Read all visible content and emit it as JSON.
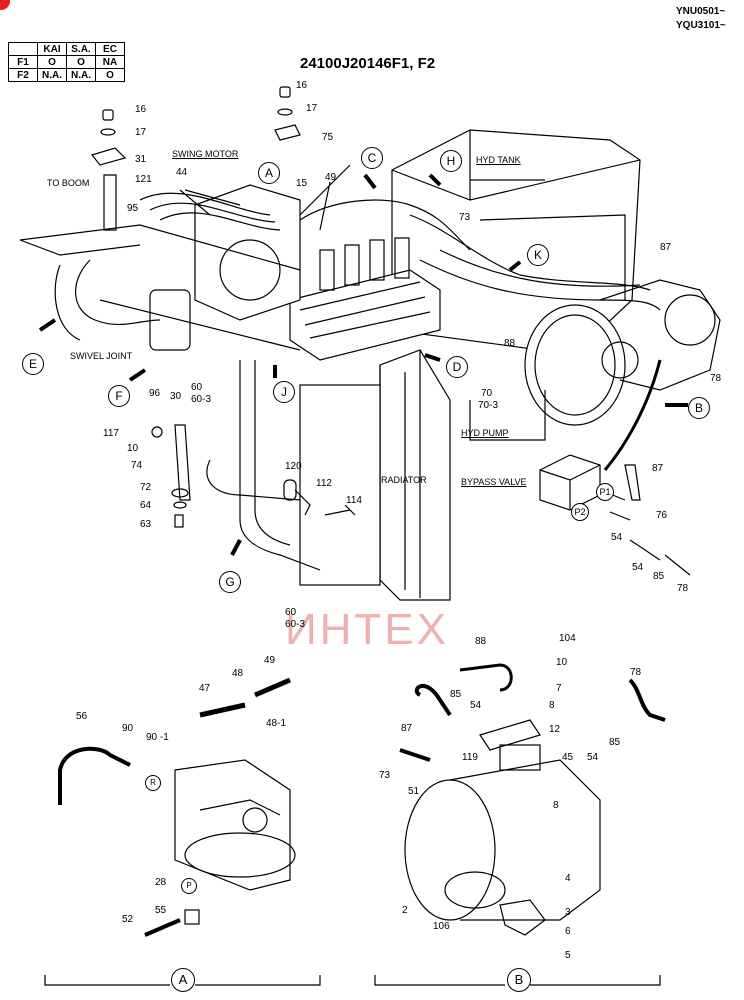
{
  "serials": [
    "YNU0501~",
    "YQU3101~"
  ],
  "title": "24100J20146F1, F2",
  "variant_table": {
    "headers": [
      "",
      "KAI",
      "S.A.",
      "EC"
    ],
    "rows": [
      [
        "F1",
        "O",
        "O",
        "NA"
      ],
      [
        "F2",
        "N.A.",
        "N.A.",
        "O"
      ]
    ]
  },
  "labels": {
    "swing_motor": "SWING MOTOR",
    "to_boom": "TO BOOM",
    "swivel_joint": "SWIVEL JOINT",
    "hyd_tank": "HYD TANK",
    "hyd_pump": "HYD PUMP",
    "bypass_valve": "BYPASS VALVE",
    "radiator": "RADIATOR"
  },
  "watermark": "ИНТЕХ",
  "part_numbers": {
    "n16a": "16",
    "n17a": "17",
    "n75": "75",
    "n16b": "16",
    "n17b": "17",
    "n31": "31",
    "n121": "121",
    "n44": "44",
    "n15": "15",
    "n49a": "49",
    "n95": "95",
    "n73a": "73",
    "n87a": "87",
    "n88a": "88",
    "n78a": "78",
    "n70": "70",
    "n70_3": "70-3",
    "n96": "96",
    "n30": "30",
    "n60a": "60",
    "n60_3a": "60-3",
    "n117": "117",
    "n10a": "10",
    "n74": "74",
    "n72": "72",
    "n64": "64",
    "n63": "63",
    "n120": "120",
    "n112": "112",
    "n114": "114",
    "n60b": "60",
    "n60_3b": "60-3",
    "n87b": "87",
    "n76": "76",
    "n54a": "54",
    "n54b": "54",
    "n85a": "85",
    "n78b": "78",
    "n47": "47",
    "n48": "48",
    "n49b": "49",
    "n48_1": "48-1",
    "n56": "56",
    "n90": "90",
    "n90_1": "90 -1",
    "n28": "28",
    "n55": "55",
    "n52": "52",
    "n88b": "88",
    "n104": "104",
    "n10b": "10",
    "n7": "7",
    "n78c": "78",
    "n85b": "85",
    "n54c": "54",
    "n8a": "8",
    "n87c": "87",
    "n12": "12",
    "n45": "45",
    "n54d": "54",
    "n85c": "85",
    "n73b": "73",
    "n119": "119",
    "n51": "51",
    "n8b": "8",
    "n4": "4",
    "n2": "2",
    "n106": "106",
    "n3": "3",
    "n6": "6",
    "n5": "5"
  },
  "callouts": {
    "A": "A",
    "B": "B",
    "C": "C",
    "D": "D",
    "E": "E",
    "F": "F",
    "G": "G",
    "H": "H",
    "J": "J",
    "K": "K",
    "P1": "P1",
    "P2": "P2",
    "R": "R",
    "P": "P"
  },
  "views": {
    "A": "A",
    "B": "B"
  }
}
